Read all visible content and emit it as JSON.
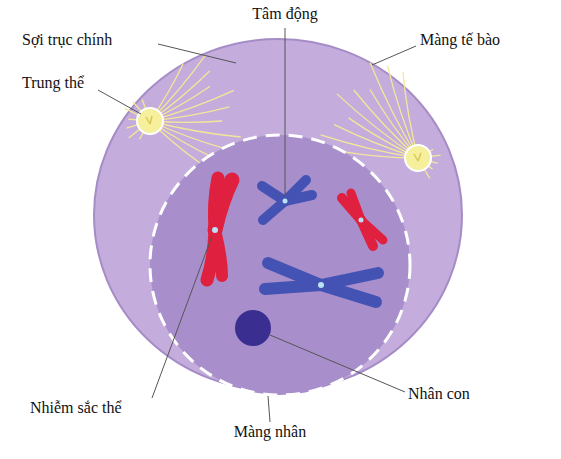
{
  "diagram": {
    "labels": [
      "Sợi trục chính",
      "Trung thể",
      "Tâm động",
      "Màng tế bào",
      "Nhiễm sắc thể",
      "Nhân con",
      "Màng nhân"
    ]
  }
}
